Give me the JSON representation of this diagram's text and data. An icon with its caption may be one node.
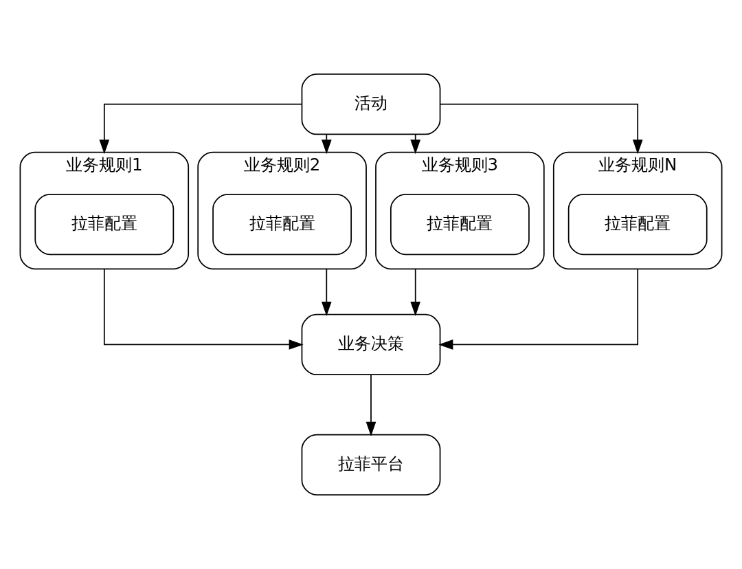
{
  "diagram": {
    "nodes": [
      {
        "text": [
          "活动"
        ]
      },
      {
        "text": [
          "业务规则1"
        ]
      },
      {
        "text": [
          "拉菲配置"
        ],
        "in": 1
      },
      {
        "text": [
          "业务规则2"
        ]
      },
      {
        "text": [
          "拉菲配置"
        ],
        "in": 3
      },
      {
        "text": [
          "业务规则3"
        ]
      },
      {
        "text": [
          "拉菲配置"
        ],
        "in": 5
      },
      {
        "text": [
          "业务规则N"
        ]
      },
      {
        "text": [
          "拉菲配置"
        ],
        "in": 7
      },
      {
        "text": [
          "业务决策"
        ]
      },
      {
        "text": [
          "拉菲平台"
        ]
      }
    ],
    "edges": [
      {
        "from": 0,
        "to": 1,
        "arrow": "to"
      },
      {
        "from": 0,
        "to": 3,
        "arrow": "to"
      },
      {
        "from": 0,
        "to": 5,
        "arrow": "to"
      },
      {
        "from": 0,
        "to": 7,
        "arrow": "to"
      },
      {
        "from": 1,
        "to": 9,
        "arrow": "to"
      },
      {
        "from": 3,
        "to": 9,
        "arrow": "to"
      },
      {
        "from": 5,
        "to": 9,
        "arrow": "to"
      },
      {
        "from": 7,
        "to": 9,
        "arrow": "to"
      },
      {
        "from": 9,
        "to": 10,
        "arrow": "to"
      }
    ]
  }
}
